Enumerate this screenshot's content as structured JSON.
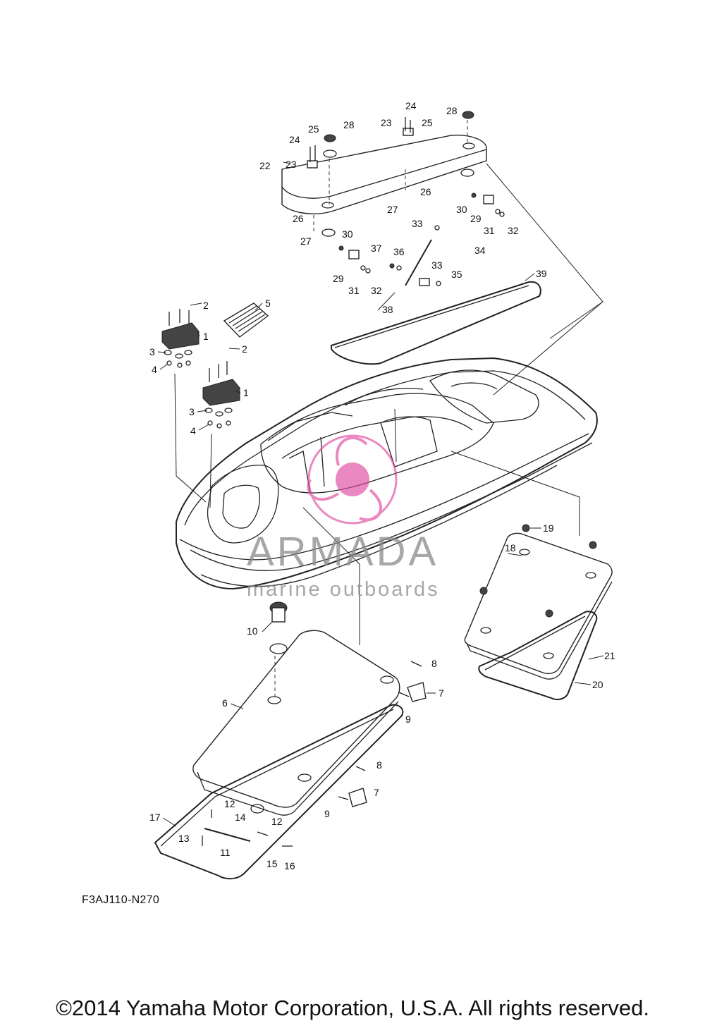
{
  "diagram": {
    "figure_code": "F3AJ110-N270",
    "copyright": "©2014 Yamaha Motor Corporation, U.S.A. All rights reserved.",
    "watermark": {
      "name": "ARMADA",
      "tagline": "marine outboards",
      "color": "#e04aa0"
    },
    "callouts": [
      {
        "id": "c1a",
        "label": "1"
      },
      {
        "id": "c2a",
        "label": "2"
      },
      {
        "id": "c3a",
        "label": "3"
      },
      {
        "id": "c4a",
        "label": "4"
      },
      {
        "id": "c5",
        "label": "5"
      },
      {
        "id": "c1b",
        "label": "1"
      },
      {
        "id": "c2b",
        "label": "2"
      },
      {
        "id": "c3b",
        "label": "3"
      },
      {
        "id": "c4b",
        "label": "4"
      },
      {
        "id": "c6",
        "label": "6"
      },
      {
        "id": "c7a",
        "label": "7"
      },
      {
        "id": "c8a",
        "label": "8"
      },
      {
        "id": "c9a",
        "label": "9"
      },
      {
        "id": "c7b",
        "label": "7"
      },
      {
        "id": "c8b",
        "label": "8"
      },
      {
        "id": "c9b",
        "label": "9"
      },
      {
        "id": "c10",
        "label": "10"
      },
      {
        "id": "c11",
        "label": "11"
      },
      {
        "id": "c12a",
        "label": "12"
      },
      {
        "id": "c12b",
        "label": "12"
      },
      {
        "id": "c13",
        "label": "13"
      },
      {
        "id": "c14",
        "label": "14"
      },
      {
        "id": "c15",
        "label": "15"
      },
      {
        "id": "c16",
        "label": "16"
      },
      {
        "id": "c17",
        "label": "17"
      },
      {
        "id": "c18",
        "label": "18"
      },
      {
        "id": "c19",
        "label": "19"
      },
      {
        "id": "c20",
        "label": "20"
      },
      {
        "id": "c21",
        "label": "21"
      },
      {
        "id": "c22",
        "label": "22"
      },
      {
        "id": "c23a",
        "label": "23"
      },
      {
        "id": "c24a",
        "label": "24"
      },
      {
        "id": "c25a",
        "label": "25"
      },
      {
        "id": "c23b",
        "label": "23"
      },
      {
        "id": "c24b",
        "label": "24"
      },
      {
        "id": "c25b",
        "label": "25"
      },
      {
        "id": "c26a",
        "label": "26"
      },
      {
        "id": "c27a",
        "label": "27"
      },
      {
        "id": "c26b",
        "label": "26"
      },
      {
        "id": "c27b",
        "label": "27"
      },
      {
        "id": "c28a",
        "label": "28"
      },
      {
        "id": "c28b",
        "label": "28"
      },
      {
        "id": "c29a",
        "label": "29"
      },
      {
        "id": "c30a",
        "label": "30"
      },
      {
        "id": "c31a",
        "label": "31"
      },
      {
        "id": "c32a",
        "label": "32"
      },
      {
        "id": "c29b",
        "label": "29"
      },
      {
        "id": "c30b",
        "label": "30"
      },
      {
        "id": "c31b",
        "label": "31"
      },
      {
        "id": "c32b",
        "label": "32"
      },
      {
        "id": "c33a",
        "label": "33"
      },
      {
        "id": "c33b",
        "label": "33"
      },
      {
        "id": "c34",
        "label": "34"
      },
      {
        "id": "c35",
        "label": "35"
      },
      {
        "id": "c36",
        "label": "36"
      },
      {
        "id": "c37",
        "label": "37"
      },
      {
        "id": "c38",
        "label": "38"
      },
      {
        "id": "c39",
        "label": "39"
      }
    ]
  }
}
